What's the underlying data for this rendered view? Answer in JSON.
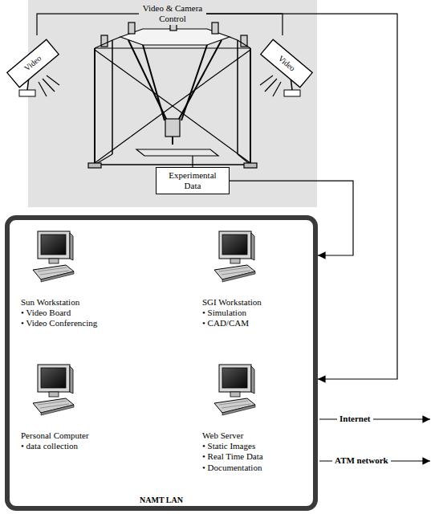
{
  "diagram": {
    "nodes": [
      {
        "text": [
          "Video & Camera Control"
        ]
      },
      {
        "text": [
          "Video"
        ]
      },
      {
        "text": [
          "Video"
        ]
      },
      {
        "text": [
          "Experimental Data"
        ]
      },
      {
        "text": [
          "NAMT LAN"
        ]
      },
      {
        "text": [
          "Sun Workstation",
          "• Video Board",
          "• Video Conferencing"
        ],
        "in": 4
      },
      {
        "text": [
          "SGI Workstation",
          "• Simulation",
          "• CAD/CAM"
        ],
        "in": 4
      },
      {
        "text": [
          "Personal Computer",
          "• data collection"
        ],
        "in": 4
      },
      {
        "text": [
          "Web Server",
          "• Static Images",
          "• Real Time Data",
          "• Documentation"
        ],
        "in": 4
      }
    ],
    "edges": [
      {
        "from": 0,
        "to": 1,
        "arrow": "none"
      },
      {
        "from": 0,
        "to": 2,
        "arrow": "none"
      },
      {
        "from": 0,
        "to": 4,
        "arrow": "to"
      },
      {
        "from": 3,
        "to": 4,
        "arrow": "to"
      }
    ],
    "labels": [
      "Internet",
      "ATM network"
    ]
  }
}
